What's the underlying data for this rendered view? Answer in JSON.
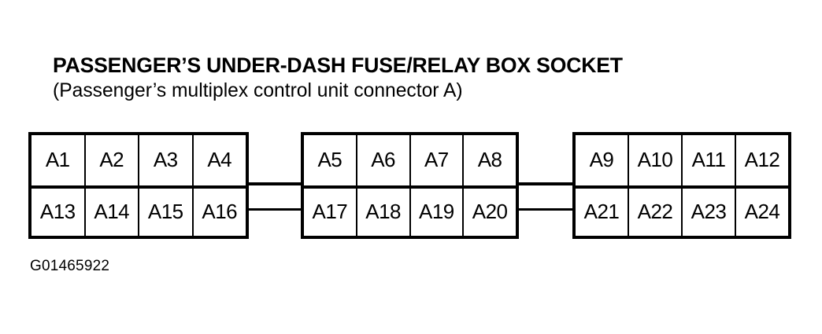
{
  "figure": {
    "title": "PASSENGER’S UNDER-DASH FUSE/RELAY BOX SOCKET",
    "subtitle": "(Passenger’s multiplex control unit connector A)",
    "caption": "G01465922",
    "line_color": "#000000",
    "background_color": "#ffffff"
  },
  "blocks": [
    {
      "name": "connector-block-1",
      "top_row": [
        "A1",
        "A2",
        "A3",
        "A4"
      ],
      "bottom_row": [
        "A13",
        "A14",
        "A15",
        "A16"
      ]
    },
    {
      "name": "connector-block-2",
      "top_row": [
        "A5",
        "A6",
        "A7",
        "A8"
      ],
      "bottom_row": [
        "A17",
        "A18",
        "A19",
        "A20"
      ]
    },
    {
      "name": "connector-block-3",
      "top_row": [
        "A9",
        "A10",
        "A11",
        "A12"
      ],
      "bottom_row": [
        "A21",
        "A22",
        "A23",
        "A24"
      ]
    }
  ],
  "bridges": [
    {
      "name": "bridge-1",
      "between": [
        "connector-block-1",
        "connector-block-2"
      ]
    },
    {
      "name": "bridge-2",
      "between": [
        "connector-block-2",
        "connector-block-3"
      ]
    }
  ]
}
